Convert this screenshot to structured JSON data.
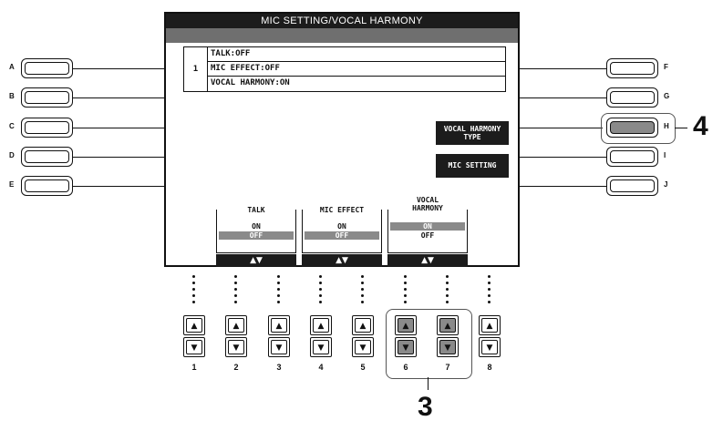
{
  "screen": {
    "title": "MIC SETTING/VOCAL HARMONY",
    "list": {
      "index": "1",
      "rows": [
        "TALK:OFF",
        "MIC EFFECT:OFF",
        "VOCAL HARMONY:ON"
      ]
    },
    "right_buttons": {
      "vocal_harmony_type": [
        "VOCAL HARMONY",
        "TYPE"
      ],
      "mic_setting": "MIC SETTING"
    },
    "params": [
      {
        "caption": "TALK",
        "caption2": "",
        "options": [
          "ON",
          "OFF"
        ],
        "selected": "OFF"
      },
      {
        "caption": "MIC EFFECT",
        "caption2": "",
        "options": [
          "ON",
          "OFF"
        ],
        "selected": "OFF"
      },
      {
        "caption": "VOCAL",
        "caption2": "HARMONY",
        "options": [
          "ON",
          "OFF"
        ],
        "selected": "ON"
      }
    ],
    "arrows": "▲▼"
  },
  "left_buttons": [
    "A",
    "B",
    "C",
    "D",
    "E"
  ],
  "right_hw_buttons": [
    "F",
    "G",
    "H",
    "I",
    "J"
  ],
  "active_right_button": "H",
  "bottom_buttons": [
    "1",
    "2",
    "3",
    "4",
    "5",
    "6",
    "7",
    "8"
  ],
  "active_bottom_buttons": [
    "6",
    "7"
  ],
  "callouts": {
    "right": "4",
    "bottom": "3"
  },
  "glyphs": {
    "up": "▲",
    "down": "▼"
  }
}
